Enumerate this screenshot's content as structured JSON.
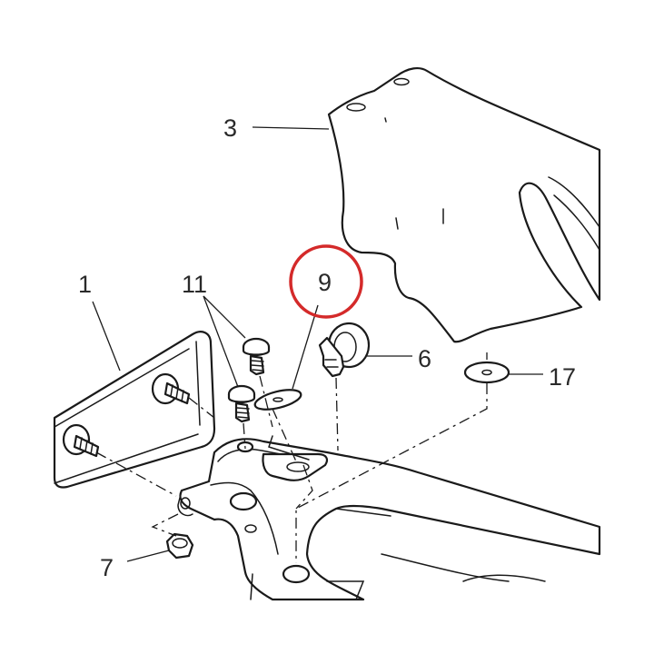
{
  "callouts": {
    "part_1": "1",
    "part_3": "3",
    "part_6": "6",
    "part_7": "7",
    "part_9": "9",
    "part_11": "11",
    "part_17": "17"
  },
  "highlight": {
    "target": "9",
    "color": "#d42a2a"
  }
}
